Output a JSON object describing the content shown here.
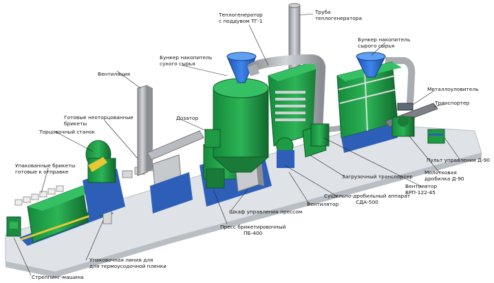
{
  "labels": {
    "truba": [
      "Труба",
      "теплогенератора"
    ],
    "teplogenerator": [
      "Теплогенератор",
      "с поддувом ТГ-1"
    ],
    "bunker_sukhoe": [
      "Бункер накопитель",
      "сухого сырья"
    ],
    "bunker_syroe": [
      "Бункер накопитель",
      "сырого сырья"
    ],
    "ventilyatsiya": [
      "Вентиляция"
    ],
    "metalloulovitel": [
      "Металлоуловитель"
    ],
    "gotovye": [
      "Готовые неоторцованные",
      "брикеты"
    ],
    "dozator": [
      "Дозатор"
    ],
    "transporter": [
      "Транспортер"
    ],
    "tortsovochny": [
      "Торцовочный станок"
    ],
    "pult": [
      "Пульт управления Д-90"
    ],
    "upakovannye": [
      "Упакованные брикеты",
      "готовые к отправке"
    ],
    "molotkovaya": [
      "Молотковая",
      "дробилка Д-90"
    ],
    "zagruzochny": [
      "Загрузочный транспортер"
    ],
    "ventilator_vrp": [
      "Вентилятор",
      "ВРП-122-45"
    ],
    "sushilno": [
      "Сушильно-дробильный аппарат",
      "СДА-500"
    ],
    "ventilator": [
      "Вентилятор"
    ],
    "shkaf": [
      "Шкаф управления прессом"
    ],
    "press": [
      "Пресс брикетировочный",
      "ПБ-400"
    ],
    "upakovochnaya": [
      "Упаковочная линия для",
      "для термоусодочной пленки"
    ],
    "strepping": [
      "Стреппинг-машина"
    ]
  },
  "colors": {
    "machine_green": "#1f9a45",
    "machine_dark": "#12642c",
    "hopper_blue": "#2a6bd1",
    "pipe_gray": "#a9adb2",
    "pipe_dark": "#7d8186",
    "floor": "#d9dde2",
    "base_blue": "#2d5fb8",
    "accent_yellow": "#e7c934"
  }
}
